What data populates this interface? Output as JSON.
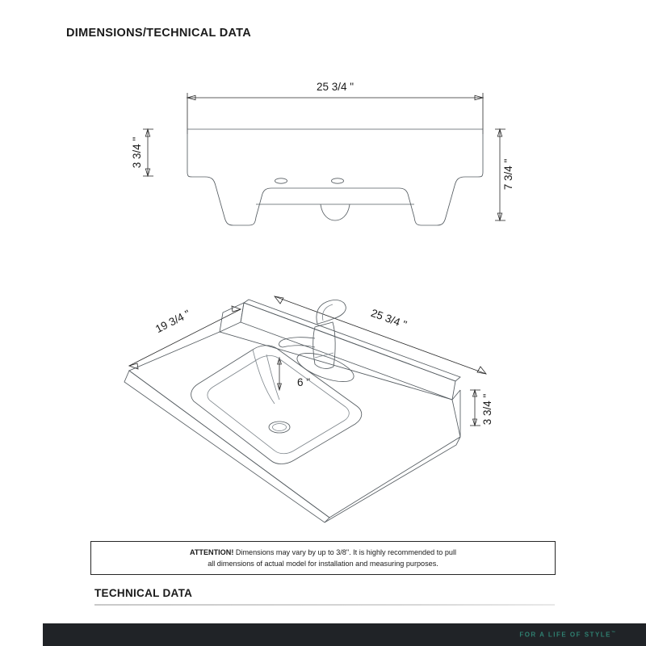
{
  "header": {
    "title": "DIMENSIONS/TECHNICAL DATA"
  },
  "front_view": {
    "name": "front-elevation-view",
    "dimensions": {
      "width_label": "25 3/4 \"",
      "apron_height_label": "3 3/4 \"",
      "overall_height_label": "7 3/4 \""
    }
  },
  "iso_view": {
    "name": "isometric-view",
    "dimensions": {
      "width_label": "25 3/4 \"",
      "depth_label": "19 3/4 \"",
      "thickness_label": "3 3/4 \"",
      "basin_label": "6 \""
    }
  },
  "attention": {
    "prefix": "ATTENTION!",
    "line1": " Dimensions may vary by up to 3/8\". It is highly recommended to pull",
    "line2": "all dimensions of actual model for installation and measuring purposes."
  },
  "footer": {
    "section_heading": "TECHNICAL DATA",
    "tagline": "FOR A LIFE OF STYLE",
    "tagline_mark": "™"
  },
  "colors": {
    "brand_bar": "#202327",
    "tagline": "#2f7f70",
    "line": "#555c61",
    "text": "#1a1a1a"
  }
}
